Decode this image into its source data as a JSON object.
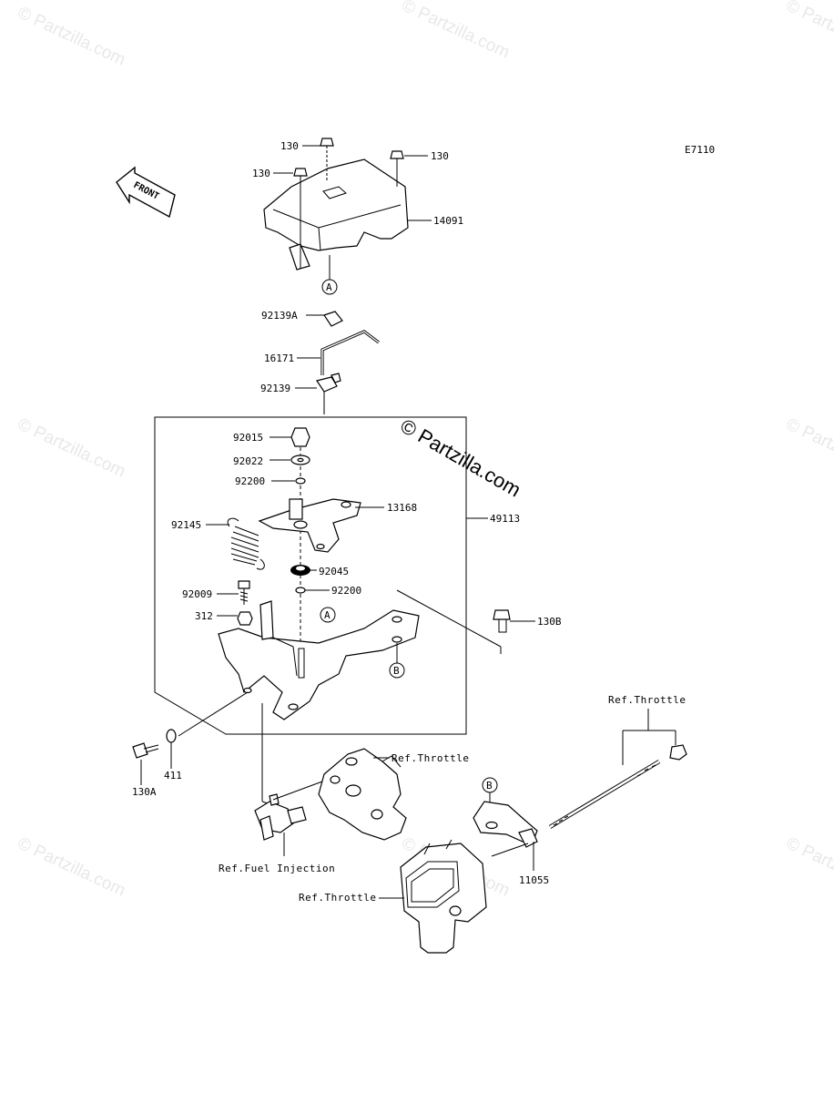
{
  "diagram_code": "E7110",
  "front_label": "FRONT",
  "watermark_small": "© Partzilla.com",
  "watermark_main": "© Partzilla.com",
  "callouts": {
    "A": "A",
    "B": "B"
  },
  "parts": {
    "p130_top": "130",
    "p130_left": "130",
    "p130_right": "130",
    "p14091": "14091",
    "p92139A": "92139A",
    "p16171": "16171",
    "p92139": "92139",
    "p92015": "92015",
    "p92022": "92022",
    "p92200_a": "92200",
    "p13168": "13168",
    "p49113": "49113",
    "p92145": "92145",
    "p92045": "92045",
    "p92009": "92009",
    "p92200_b": "92200",
    "p312": "312",
    "p130B": "130B",
    "p130A": "130A",
    "p411": "411",
    "p11055": "11055"
  },
  "references": {
    "throttle_1": "Ref.Throttle",
    "throttle_2": "Ref.Throttle",
    "throttle_3": "Ref.Throttle",
    "fuel_injection": "Ref.Fuel Injection"
  }
}
